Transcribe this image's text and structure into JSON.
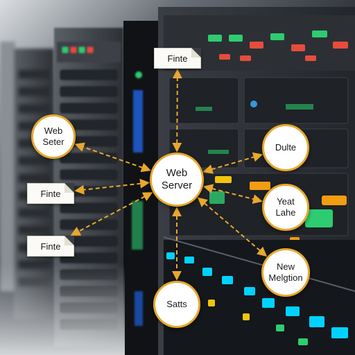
{
  "diagram": {
    "hub": {
      "label": "Web\nServer"
    },
    "nodes": [
      {
        "id": "web-setter",
        "shape": "circle",
        "label": "Web Seter"
      },
      {
        "id": "dulte",
        "shape": "circle",
        "label": "Dulte"
      },
      {
        "id": "yeat-lahe",
        "shape": "circle",
        "label": "Yeat\nLahe"
      },
      {
        "id": "new-melgtion",
        "shape": "circle",
        "label": "New\nMelgtion"
      },
      {
        "id": "satts",
        "shape": "circle",
        "label": "Satts"
      },
      {
        "id": "file-top",
        "shape": "file",
        "label": "Finte"
      },
      {
        "id": "file-left-upper",
        "shape": "file",
        "label": "Finte"
      },
      {
        "id": "file-left-lower",
        "shape": "file",
        "label": "Finte"
      }
    ],
    "edges": [
      {
        "from": "hub",
        "to": "file-top"
      },
      {
        "from": "hub",
        "to": "web-setter"
      },
      {
        "from": "hub",
        "to": "file-left-upper"
      },
      {
        "from": "hub",
        "to": "file-left-lower"
      },
      {
        "from": "hub",
        "to": "dulte"
      },
      {
        "from": "hub",
        "to": "yeat-lahe"
      },
      {
        "from": "hub",
        "to": "new-melgtion"
      },
      {
        "from": "hub",
        "to": "satts"
      }
    ],
    "colors": {
      "connector": "#e9a82d",
      "node_border": "#e9a82d",
      "node_fill": "#ffffff",
      "background": "#1c1f24"
    }
  },
  "background": {
    "scene": "server-rack-room",
    "led_colors": [
      "#2ecc71",
      "#e74c3c",
      "#3498db",
      "#f1c40f",
      "#00d2ff"
    ]
  }
}
